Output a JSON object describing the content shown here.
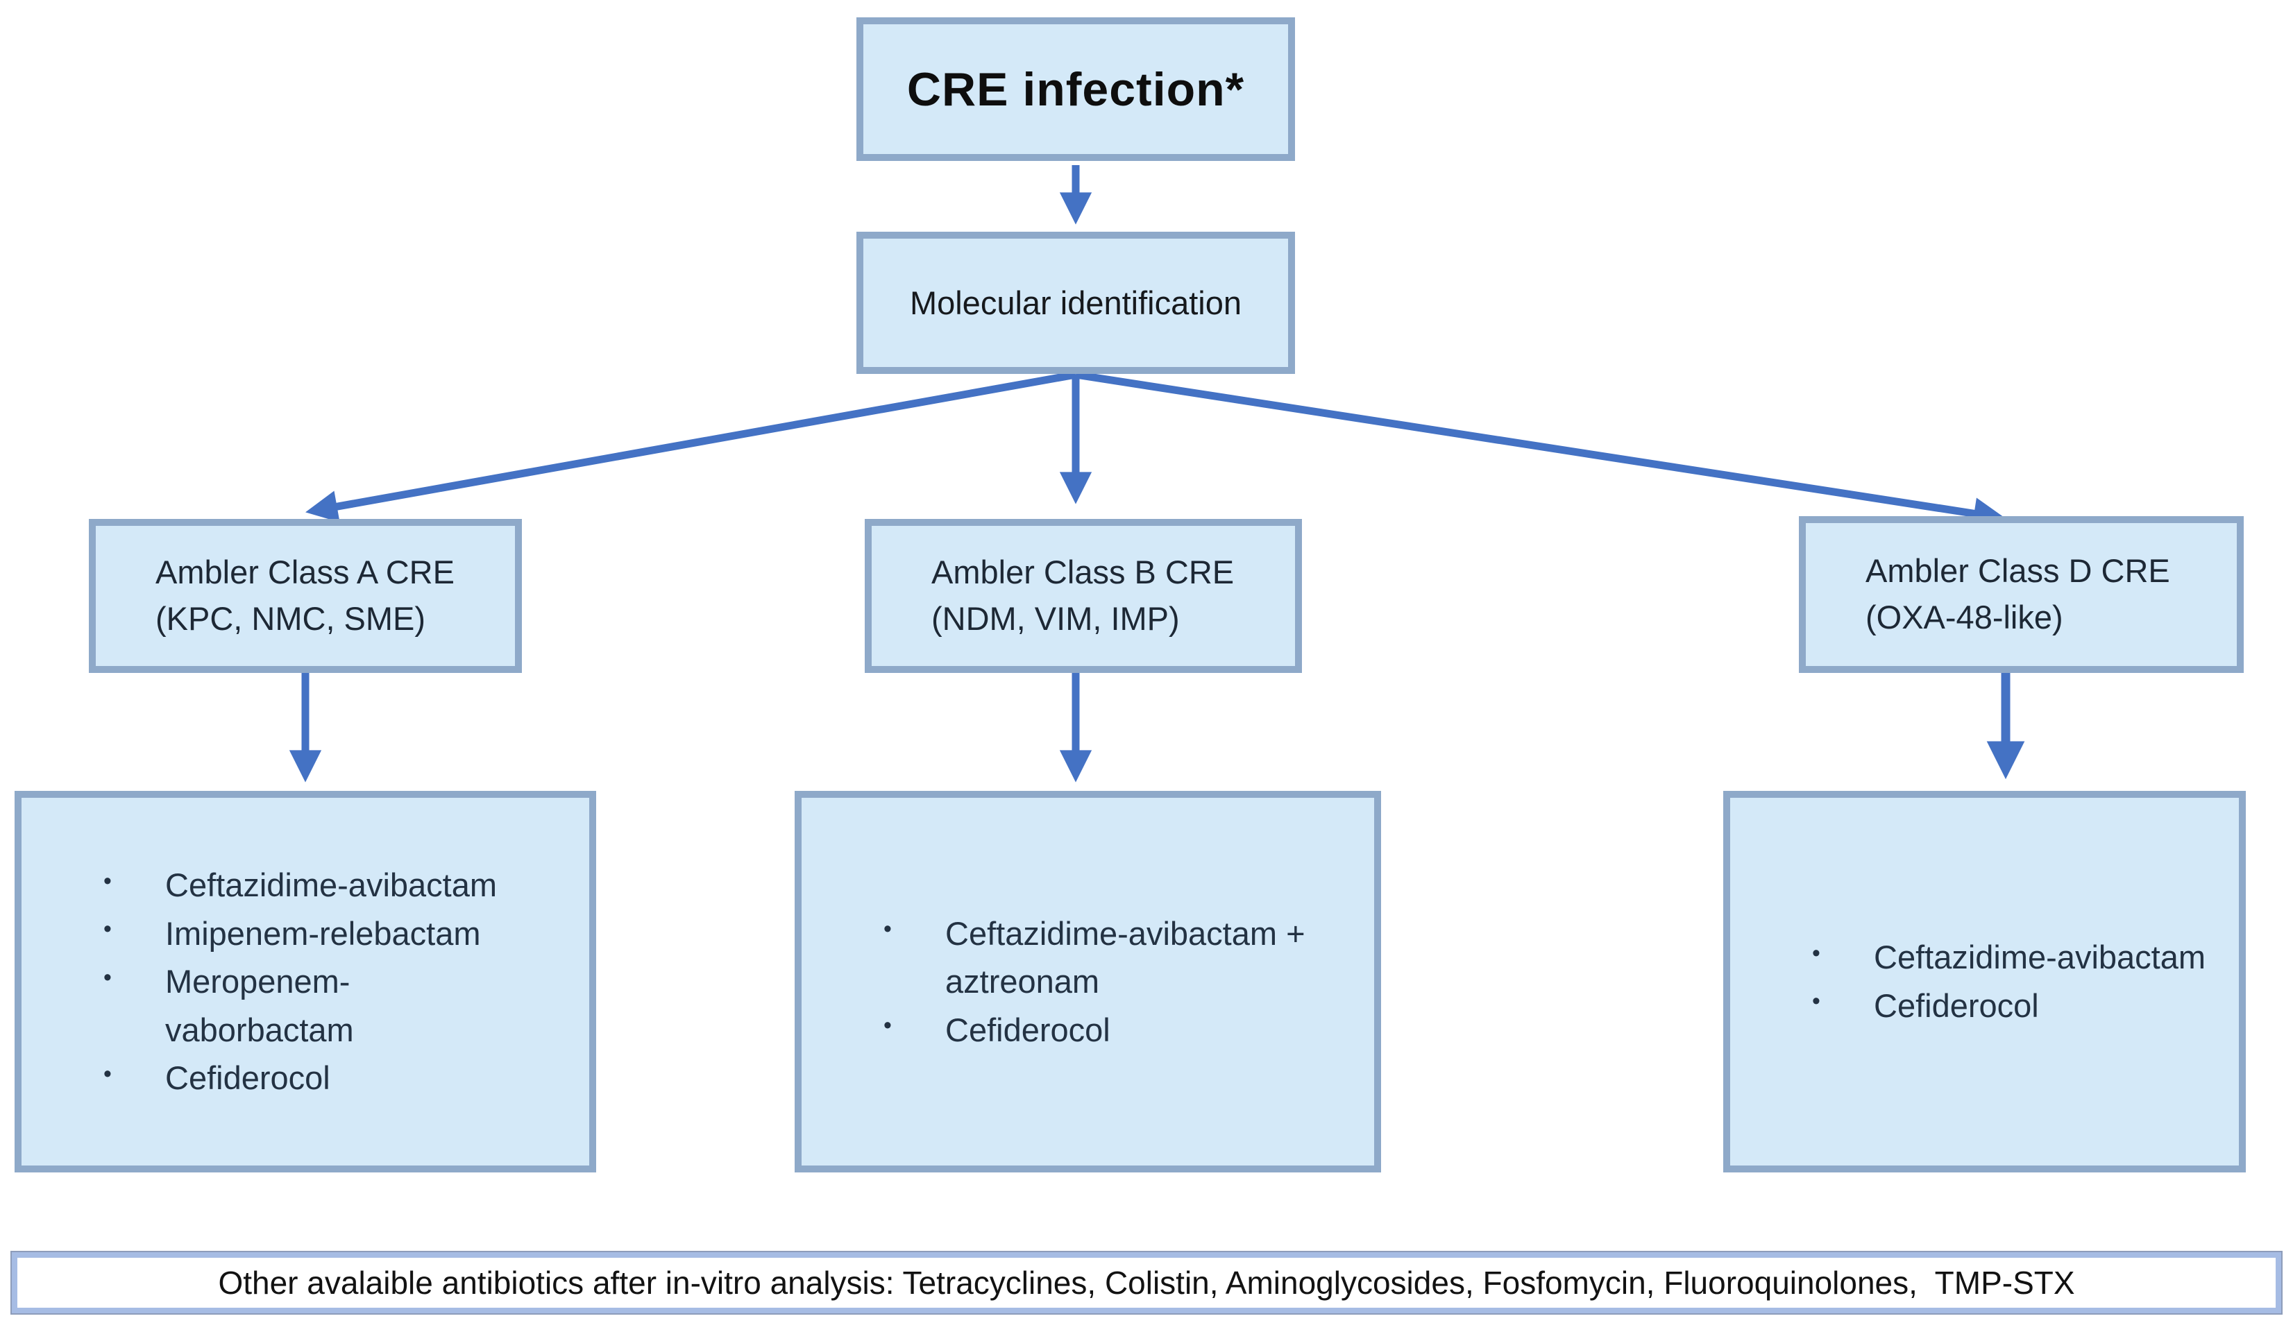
{
  "nodes": {
    "cre": {
      "label": "CRE infection*"
    },
    "molecular": {
      "label": "Molecular identification"
    },
    "class_a": {
      "label": "Ambler Class A CRE\n(KPC, NMC, SME)",
      "treatments": [
        "Ceftazidime-avibactam",
        "Imipenem-relebactam",
        "Meropenem-\nvaborbactam",
        "Cefiderocol"
      ]
    },
    "class_b": {
      "label": "Ambler Class B CRE\n(NDM, VIM, IMP)",
      "treatments": [
        "Ceftazidime-avibactam +\naztreonam",
        "Cefiderocol"
      ]
    },
    "class_d": {
      "label": "Ambler Class D CRE\n(OXA-48-like)",
      "treatments": [
        "Ceftazidime-avibactam",
        "Cefiderocol"
      ]
    }
  },
  "footer": {
    "text": "Other avalaible antibiotics after in-vitro analysis: Tetracyclines, Colistin, Aminoglycosides, Fosfomycin, Fluoroquinolones,  TMP-STX"
  },
  "colors": {
    "box_fill": "#d4e9f8",
    "box_border": "#8ea9c9",
    "arrow": "#4472c4",
    "footer_border": "#a6bce4"
  }
}
